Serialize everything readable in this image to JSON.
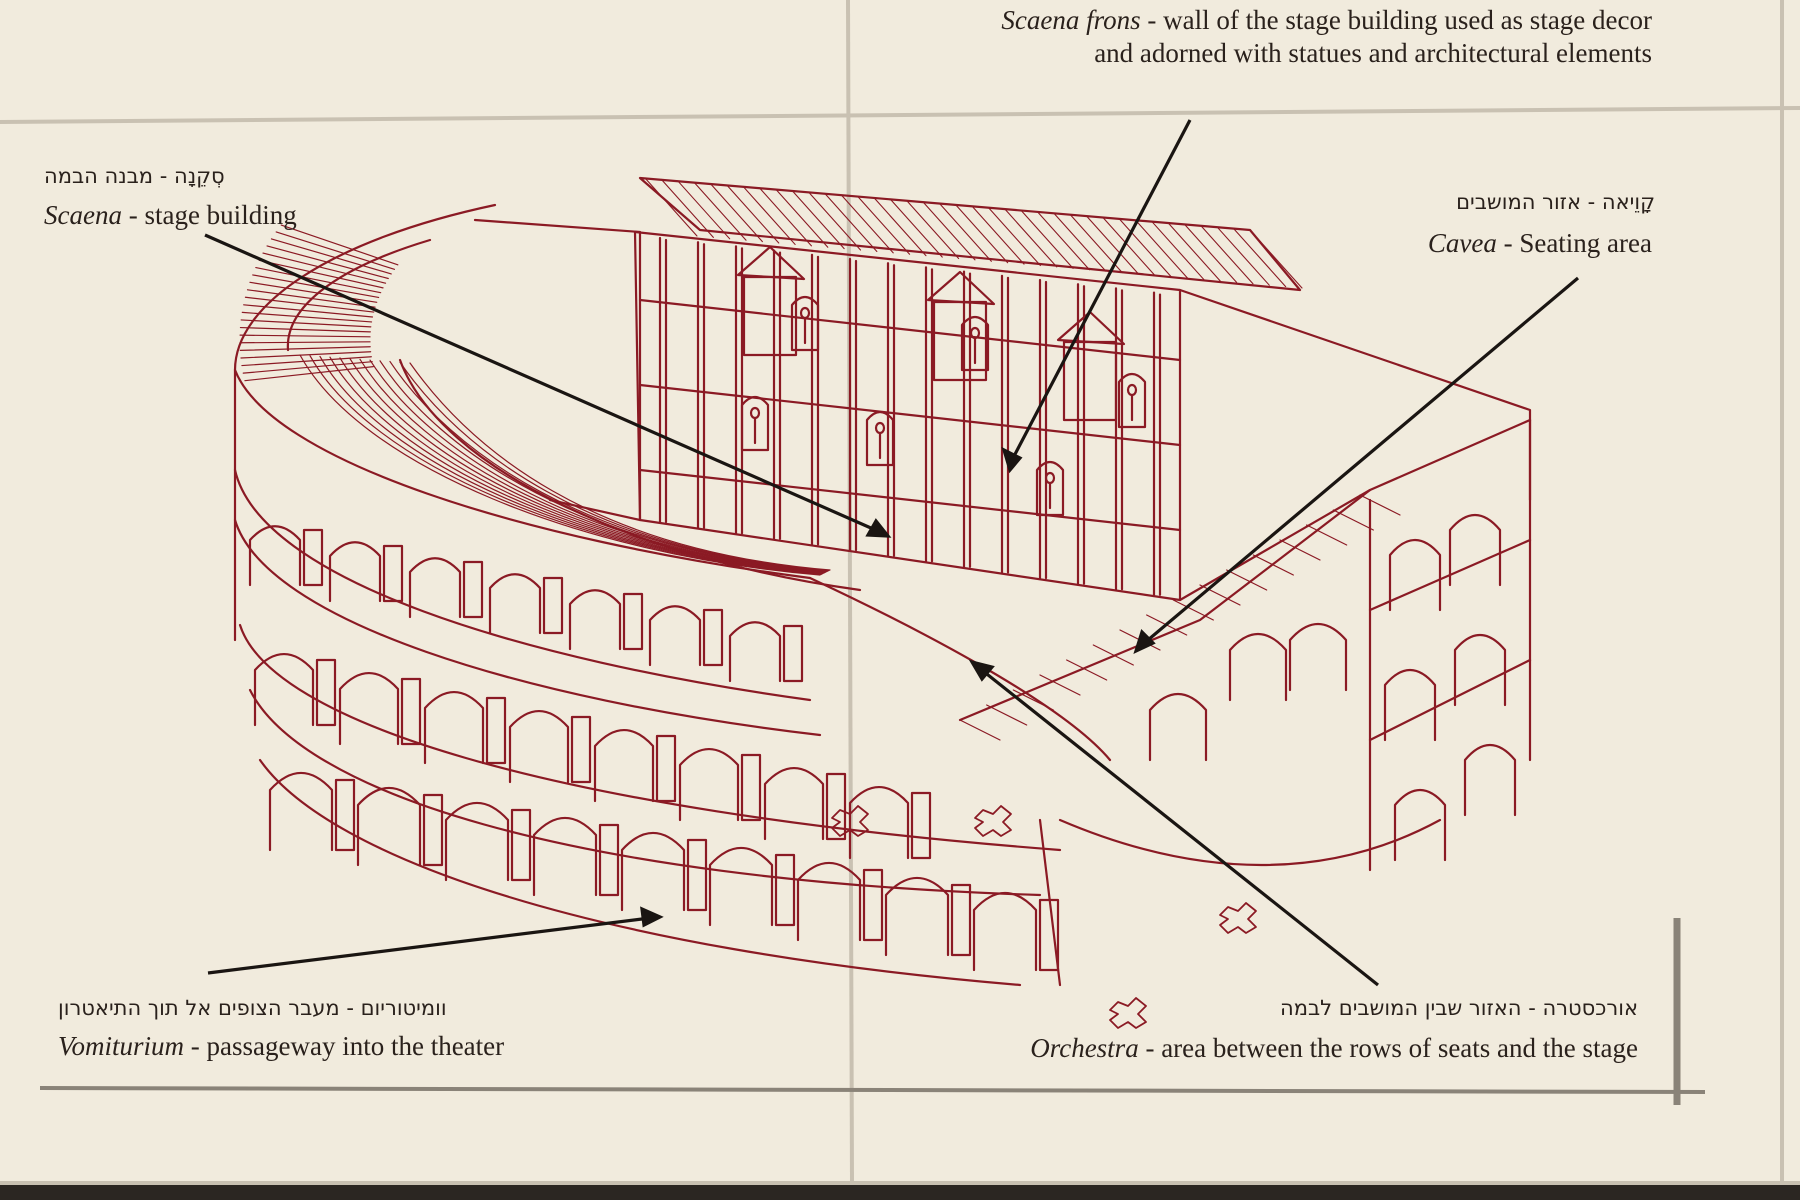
{
  "annotations": {
    "scaena_frons": {
      "term": "Scaena frons",
      "line1": " - wall of the stage building used as stage decor",
      "line2": "and adorned with statues and architectural elements"
    },
    "scaena": {
      "hebrew": "סְקֵנָה - מבנה הבמה",
      "term": "Scaena",
      "desc": " - stage building"
    },
    "cavea": {
      "hebrew": "קָוֵיאה - אזור המושבים",
      "term": "Cavea",
      "desc": " - Seating area"
    },
    "vomiturium": {
      "hebrew": "וומיטוריום - מעבר הצופים אל תוך התיאטרון",
      "term": "Vomiturium",
      "desc": " - passageway into the theater"
    },
    "orchestra": {
      "hebrew": "אורכסטרה - האזור שבין המושבים לבמה",
      "term": "Orchestra",
      "desc": " - area between the rows of seats and the stage"
    }
  },
  "colors": {
    "tile": "#f1ebdd",
    "grout": "#c9c1b2",
    "drawing": "#8b1a24",
    "text": "#2a211c",
    "pointer": "#1a1512"
  }
}
